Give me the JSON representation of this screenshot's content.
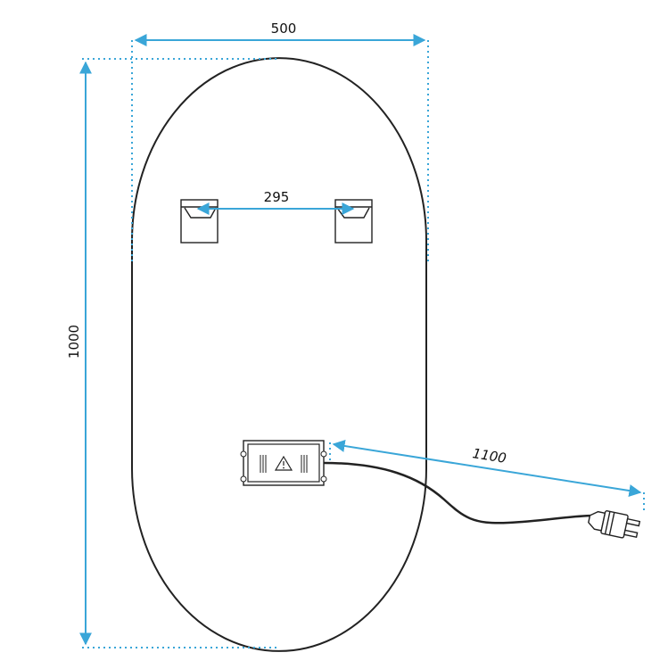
{
  "dimensions": {
    "width": "500",
    "height": "1000",
    "bracket_spacing": "295",
    "cable_length": "1100"
  },
  "colors": {
    "dimension": "#3aa6d8",
    "outline": "#222222",
    "background": "#ffffff"
  },
  "icons": {
    "driver_warning": "warning-triangle-icon",
    "plug": "power-plug-icon"
  }
}
